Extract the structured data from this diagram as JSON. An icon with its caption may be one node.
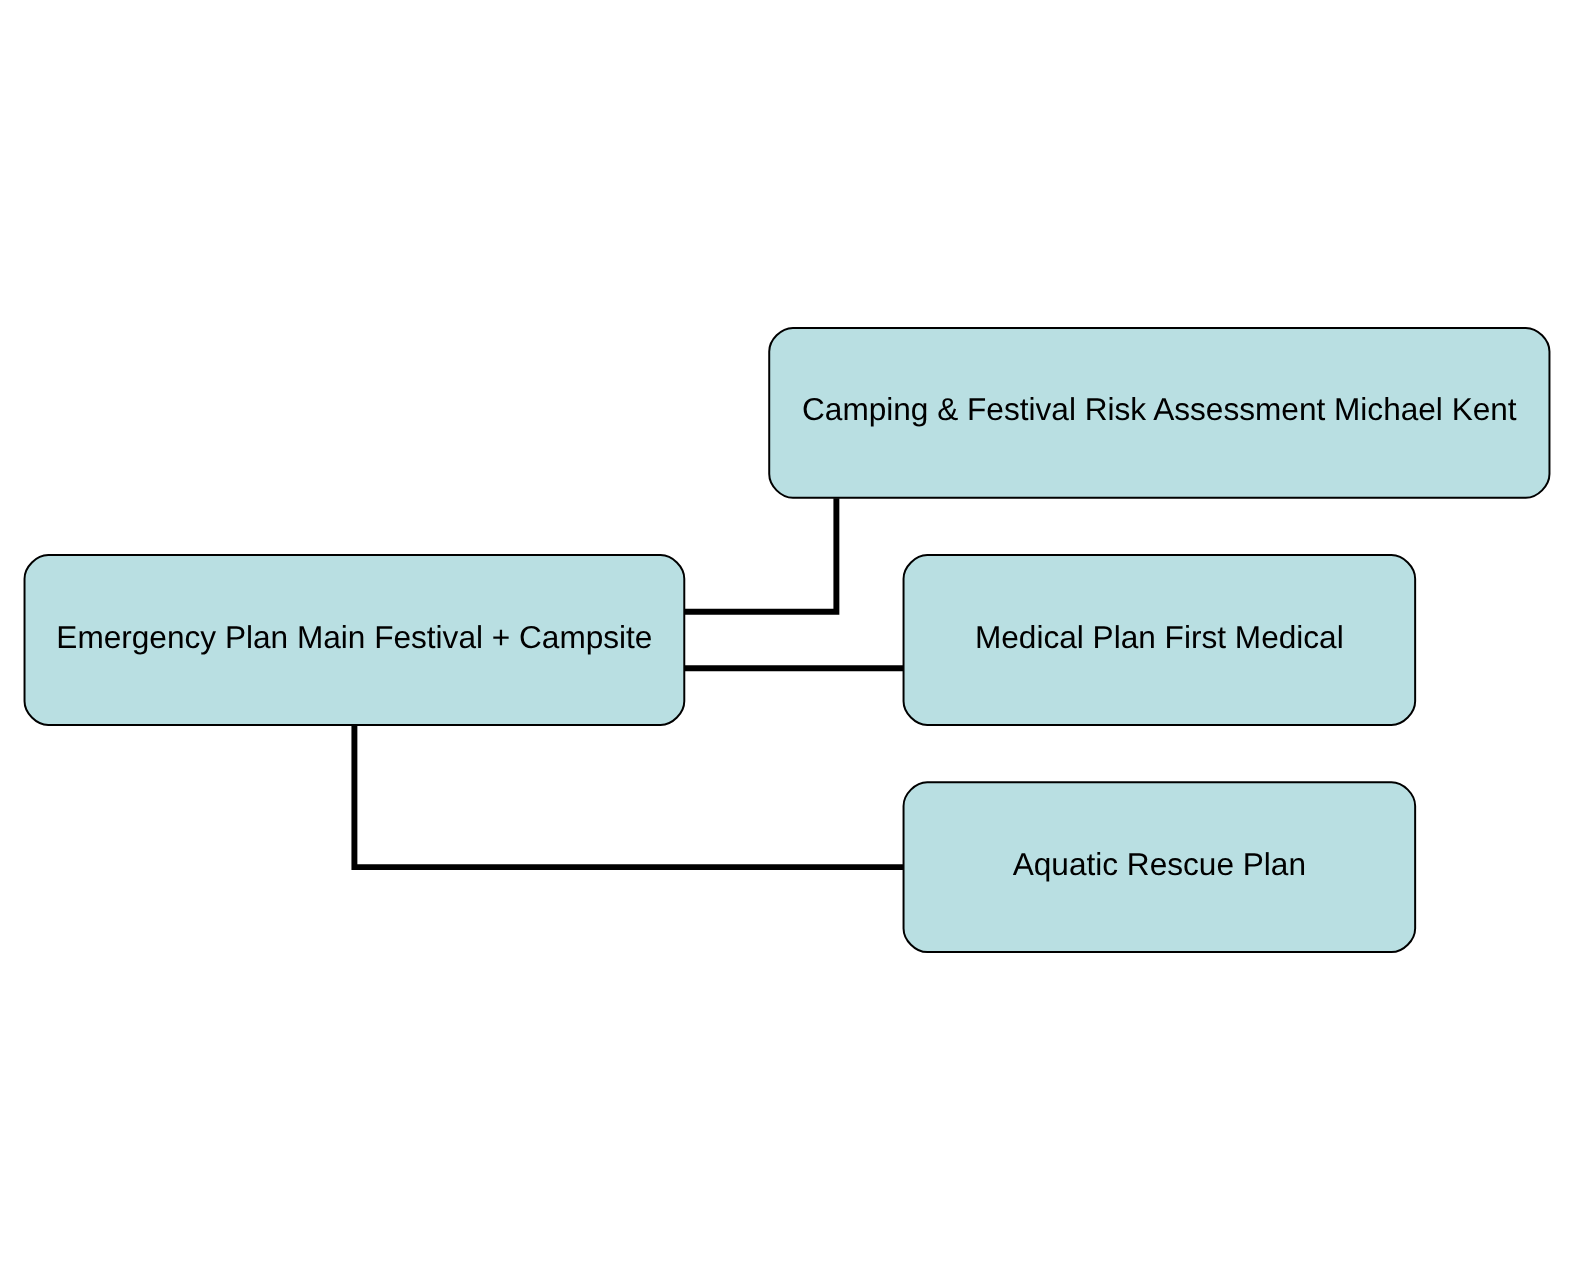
{
  "diagram": {
    "nodes": [
      {
        "text": [
          "Emergency Plan Main Festival + Campsite"
        ]
      },
      {
        "text": [
          "Camping & Festival Risk Assessment Michael Kent"
        ]
      },
      {
        "text": [
          "Medical Plan First Medical"
        ]
      },
      {
        "text": [
          "Aquatic Rescue Plan"
        ]
      }
    ],
    "edges": [
      {
        "from": 0,
        "to": 1,
        "arrow": "none"
      },
      {
        "from": 0,
        "to": 2,
        "arrow": "none"
      },
      {
        "from": 0,
        "to": 3,
        "arrow": "none"
      }
    ]
  }
}
